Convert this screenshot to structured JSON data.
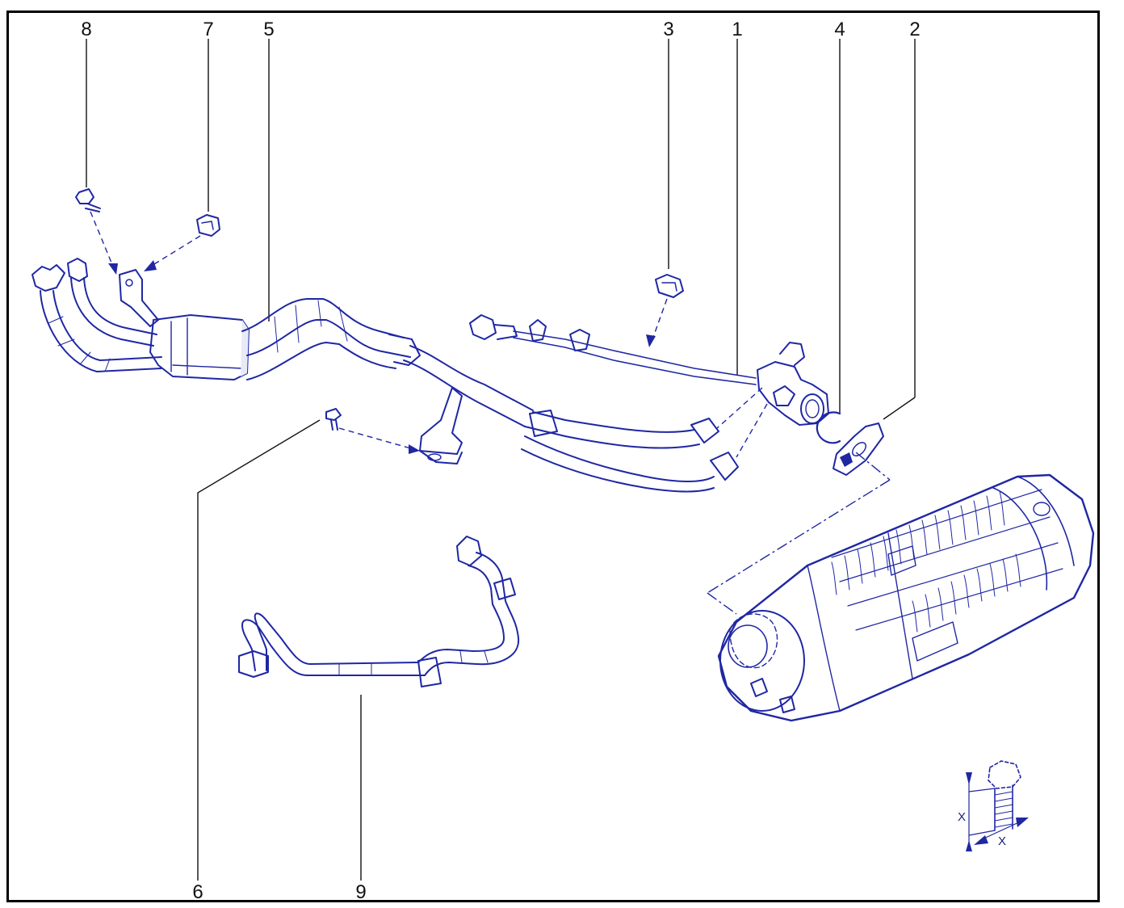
{
  "diagram": {
    "callouts": [
      {
        "id": "8",
        "label": "8"
      },
      {
        "id": "7",
        "label": "7"
      },
      {
        "id": "5",
        "label": "5"
      },
      {
        "id": "3",
        "label": "3"
      },
      {
        "id": "1",
        "label": "1"
      },
      {
        "id": "4",
        "label": "4"
      },
      {
        "id": "2",
        "label": "2"
      },
      {
        "id": "6",
        "label": "6"
      },
      {
        "id": "9",
        "label": "9"
      }
    ],
    "torque_symbol": {
      "dim_label_vertical": "X",
      "dim_label_horizontal": "X"
    },
    "colors": {
      "ink": "#1f27a3",
      "leader": "#111111",
      "frame": "#000000"
    }
  }
}
